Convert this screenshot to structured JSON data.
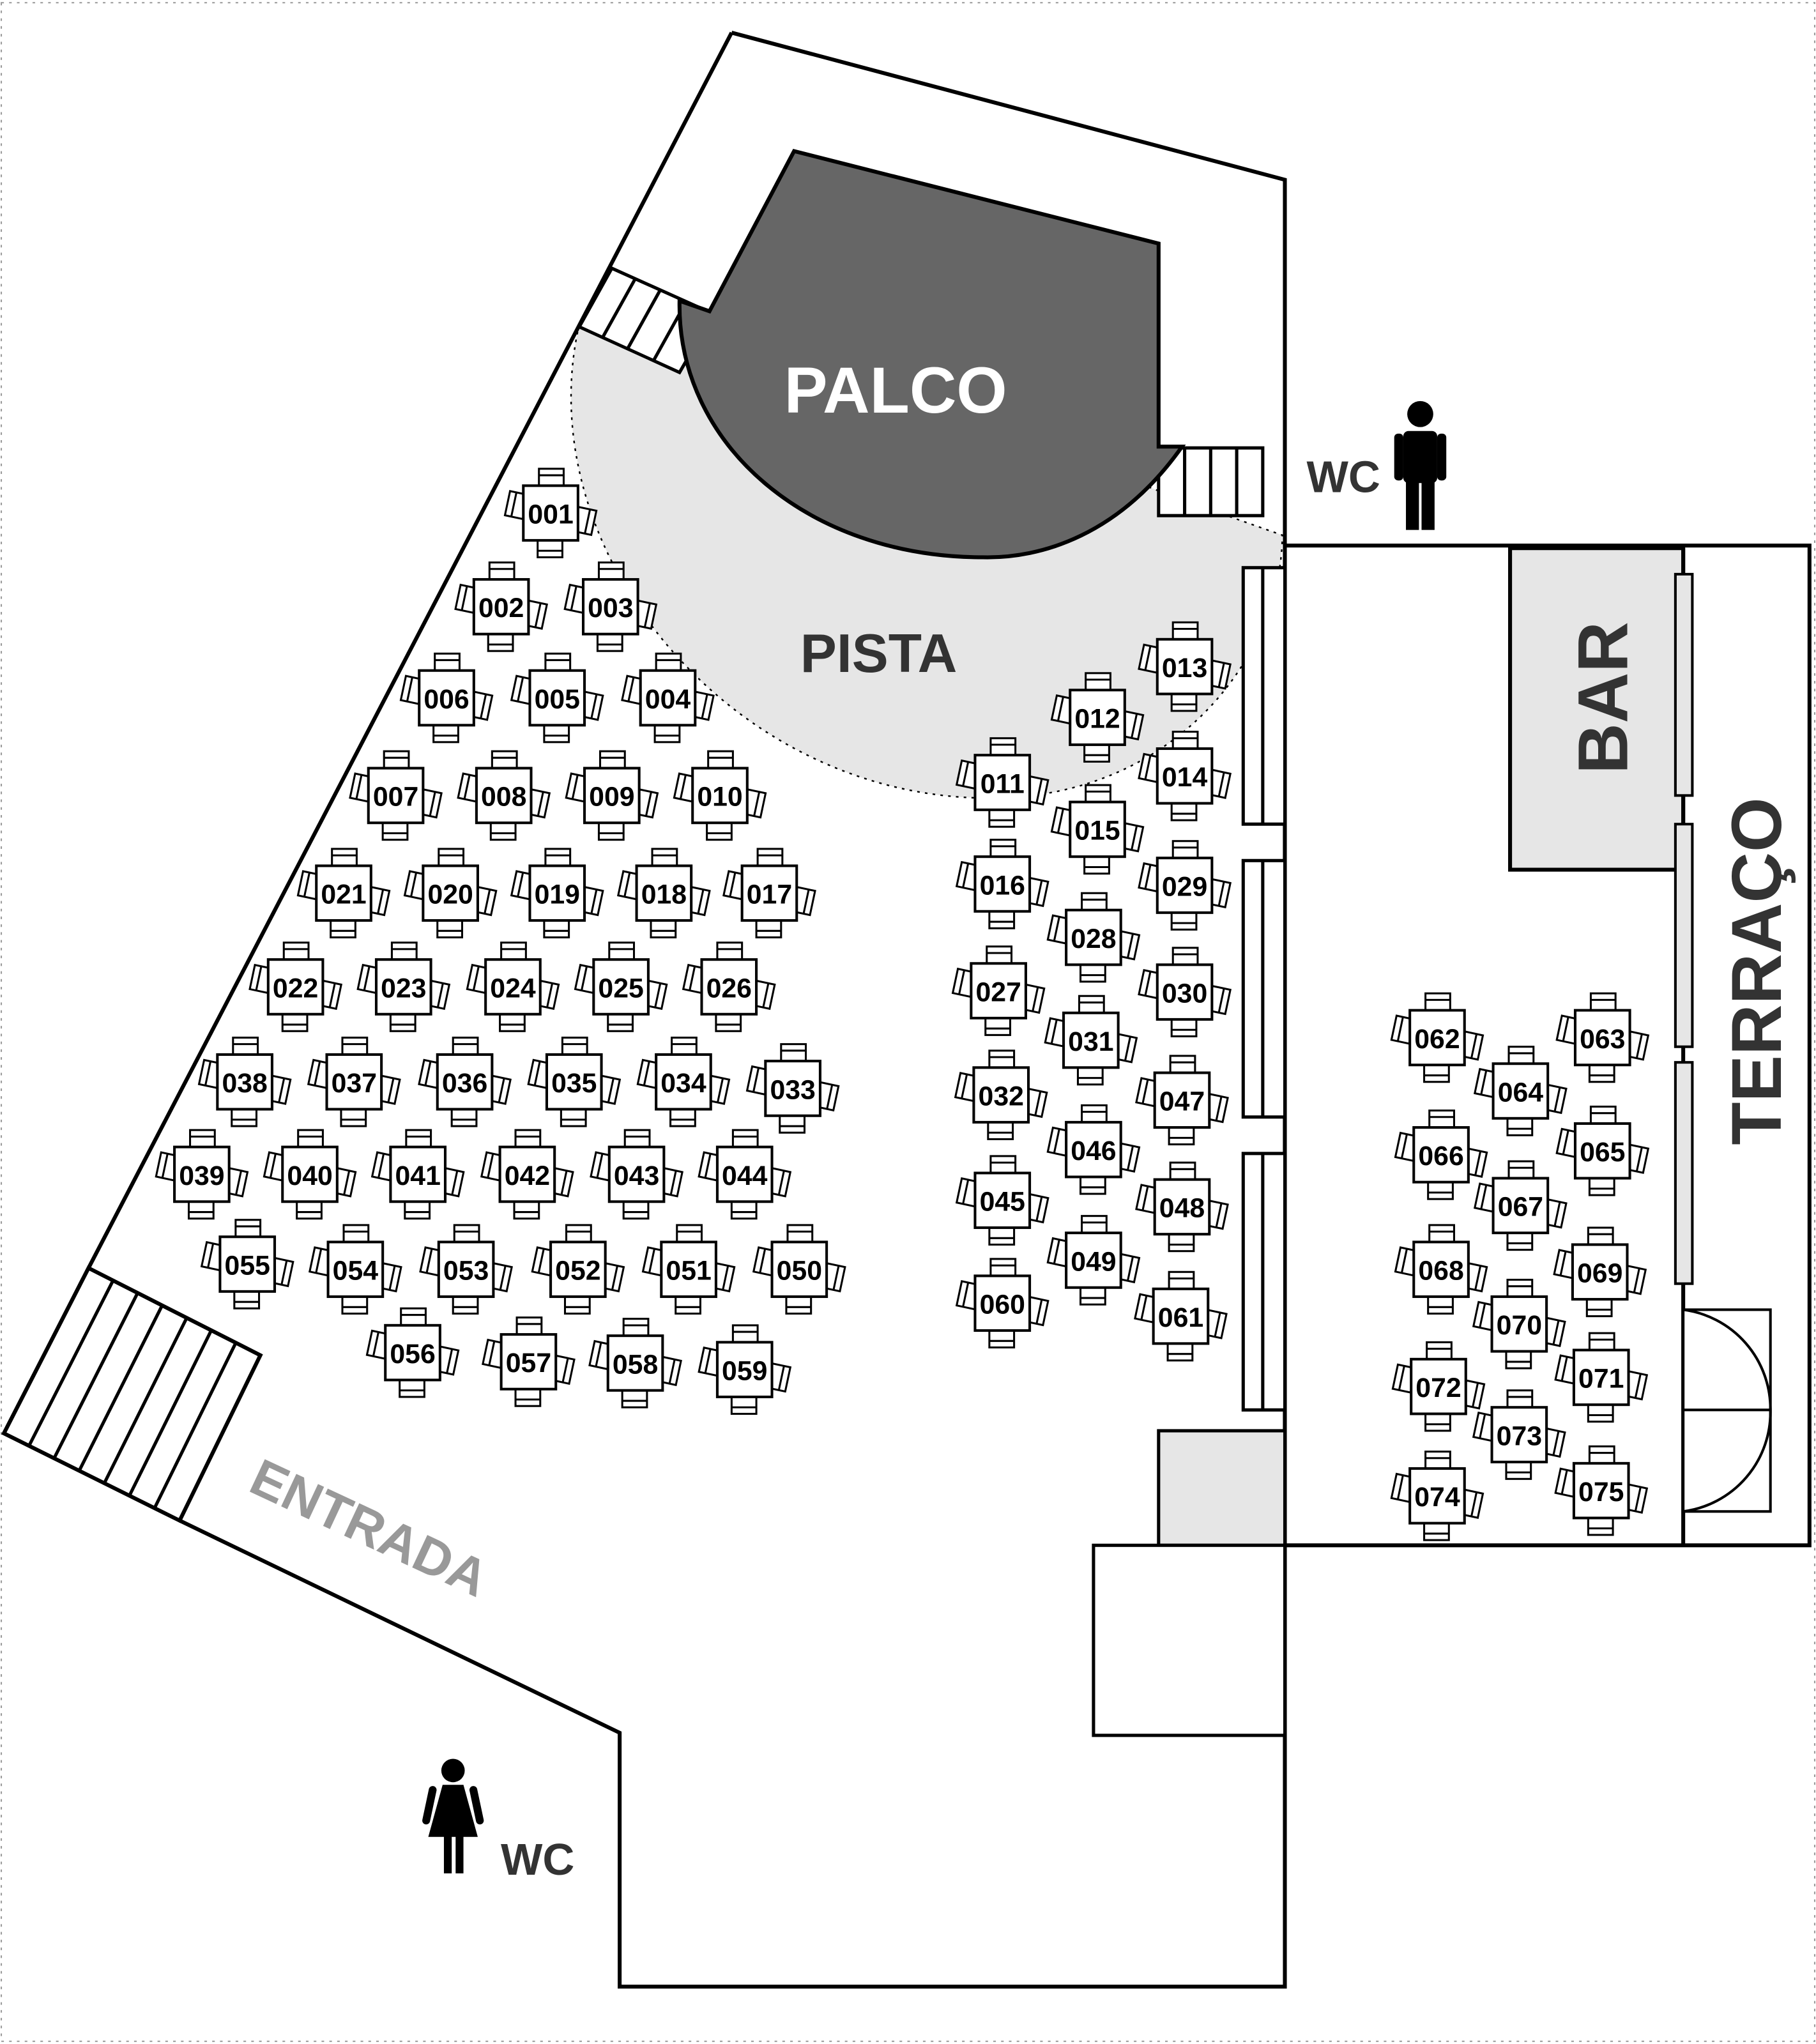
{
  "labels": {
    "stage": "PALCO",
    "dance_floor": "PISTA",
    "bar": "BAR",
    "terrace": "TERRAÇO",
    "entrance": "ENTRADA",
    "wc_men": "WC",
    "wc_women": "WC"
  },
  "icons": {
    "men_restroom": "man-icon",
    "women_restroom": "woman-icon"
  },
  "colors": {
    "stage": "#666666",
    "dance_floor": "#e6e6e6",
    "bar": "#e6e6e6",
    "entrance_text": "#999999",
    "label_text": "#333333"
  },
  "tables": [
    "001",
    "002",
    "003",
    "004",
    "005",
    "006",
    "007",
    "008",
    "009",
    "010",
    "011",
    "012",
    "013",
    "014",
    "015",
    "016",
    "017",
    "018",
    "019",
    "020",
    "021",
    "022",
    "023",
    "024",
    "025",
    "026",
    "027",
    "028",
    "029",
    "030",
    "031",
    "032",
    "033",
    "034",
    "035",
    "036",
    "037",
    "038",
    "039",
    "040",
    "041",
    "042",
    "043",
    "044",
    "045",
    "046",
    "047",
    "048",
    "049",
    "050",
    "051",
    "052",
    "053",
    "054",
    "055",
    "056",
    "057",
    "058",
    "059",
    "060",
    "061",
    "062",
    "063",
    "064",
    "065",
    "066",
    "067",
    "068",
    "069",
    "070",
    "071",
    "072",
    "073",
    "074",
    "075"
  ]
}
